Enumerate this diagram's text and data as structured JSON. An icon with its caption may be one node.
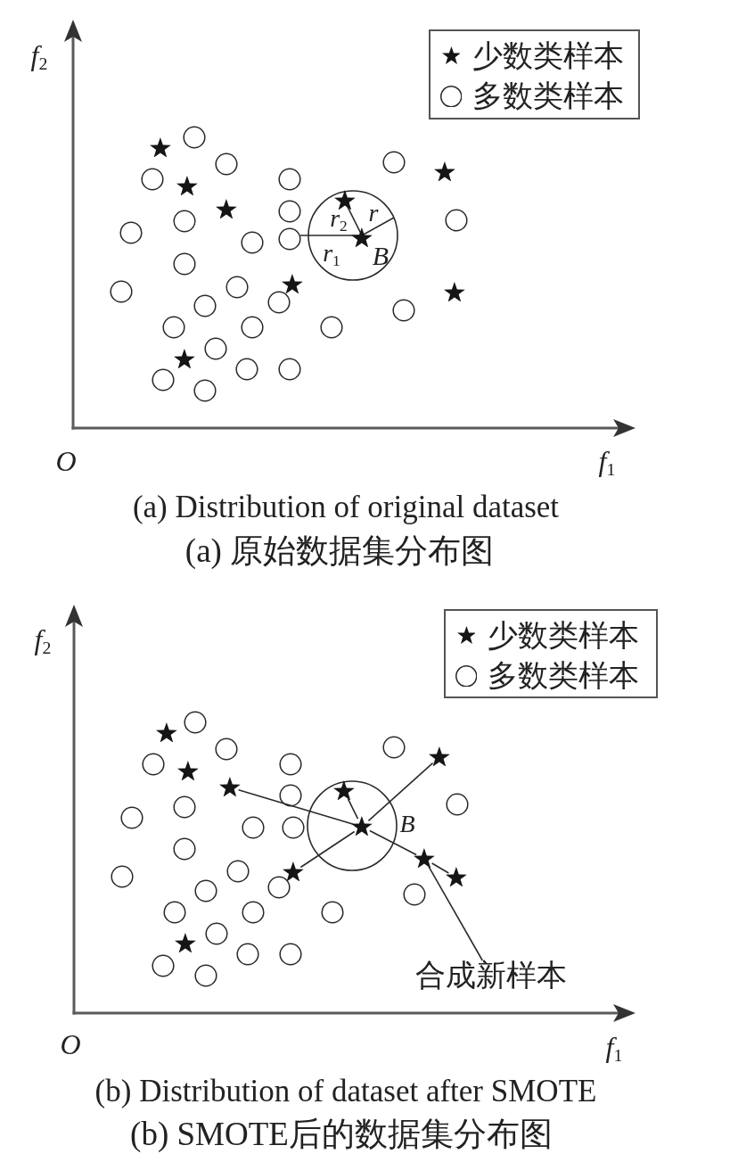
{
  "diagram": {
    "nodes": [
      {
        "text": [],
        "shape": "star"
      },
      {
        "text": [],
        "shape": "star"
      },
      {
        "text": [],
        "shape": "star"
      },
      {
        "text": [],
        "shape": "star"
      },
      {
        "text": [],
        "shape": "star"
      },
      {
        "text": [],
        "shape": "star"
      },
      {
        "text": [],
        "shape": "star",
        "beside": [
          "B"
        ]
      },
      {
        "text": [],
        "shape": "star"
      },
      {
        "text": [],
        "shape": "star"
      },
      {
        "text": [],
        "shape": "star"
      },
      {
        "text": [],
        "shape": "star"
      },
      {
        "text": [],
        "shape": "star"
      },
      {
        "text": [],
        "shape": "star"
      },
      {
        "text": [],
        "shape": "star"
      },
      {
        "text": [],
        "shape": "star"
      },
      {
        "text": [],
        "shape": "star",
        "beside": [
          "B"
        ]
      },
      {
        "text": [],
        "shape": "star"
      },
      {
        "text": [],
        "shape": "star"
      },
      {
        "text": [],
        "shape": "star"
      },
      {
        "text": [
          "合成新样本"
        ]
      }
    ],
    "edges": [
      {
        "from": 15,
        "to": 12,
        "arrow": "none"
      },
      {
        "from": 15,
        "to": 13,
        "arrow": "none"
      },
      {
        "from": 15,
        "to": 14,
        "arrow": "none"
      },
      {
        "from": 15,
        "to": 17,
        "arrow": "none"
      },
      {
        "from": 15,
        "to": 16,
        "arrow": "none"
      },
      {
        "from": 16,
        "to": 18,
        "arrow": "none"
      },
      {
        "from": 19,
        "to": 16,
        "arrow": "none"
      }
    ],
    "labels": [
      "*f*$_{2}$",
      "*r*$_{2}$",
      "r",
      "*r*$_{1}$",
      "O",
      "*f*$_{1}$",
      "(a) Distribution of original dataset",
      "(a) 原始数据集分布图",
      "*f*$_{2}$",
      "O",
      "*f*$_{1}$",
      "(b) Distribution of dataset after SMOTE",
      "(b) SMOTE后的数据集分布图"
    ],
    "legend": [
      {
        "text": "少数类样本"
      },
      {
        "text": "多数类样本"
      },
      {
        "text": "少数类样本"
      },
      {
        "text": "多数类样本"
      }
    ]
  }
}
